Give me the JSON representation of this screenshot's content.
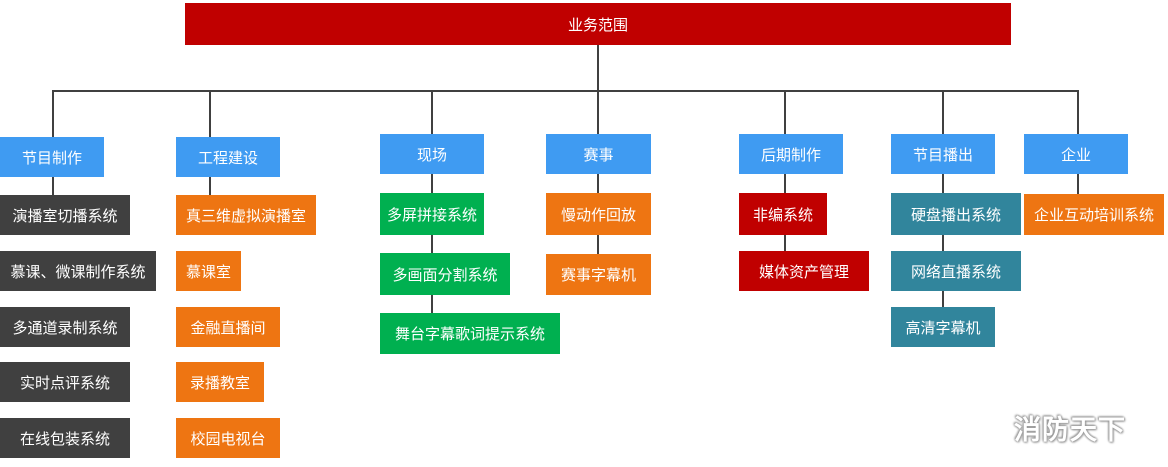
{
  "title": "业务范围",
  "watermark": "消防天下",
  "categories": [
    {
      "label": "节目制作",
      "items": [
        "演播室切播系统",
        "慕课、微课制作系统",
        "多通道录制系统",
        "实时点评系统",
        "在线包装系统"
      ]
    },
    {
      "label": "工程建设",
      "items": [
        "真三维虚拟演播室",
        "慕课室",
        "金融直播间",
        "录播教室",
        "校园电视台"
      ]
    },
    {
      "label": "现场",
      "items": [
        "多屏拼接系统",
        "多画面分割系统",
        "舞台字幕歌词提示系统"
      ]
    },
    {
      "label": "赛事",
      "items": [
        "慢动作回放",
        "赛事字幕机"
      ]
    },
    {
      "label": "后期制作",
      "items": [
        "非编系统",
        "媒体资产管理"
      ]
    },
    {
      "label": "节目播出",
      "items": [
        "硬盘播出系统",
        "网络直播系统",
        "高清字幕机"
      ]
    },
    {
      "label": "企业",
      "items": [
        "企业互动培训系统"
      ]
    }
  ],
  "colors": {
    "title": "#c00000",
    "category": "#3f9bf2",
    "节目制作": "#404040",
    "工程建设": "#ee7512",
    "现场": "#00b050",
    "赛事": "#ee7512",
    "后期制作": "#c00000",
    "节目播出": "#31859c",
    "企业": "#ee7512"
  }
}
